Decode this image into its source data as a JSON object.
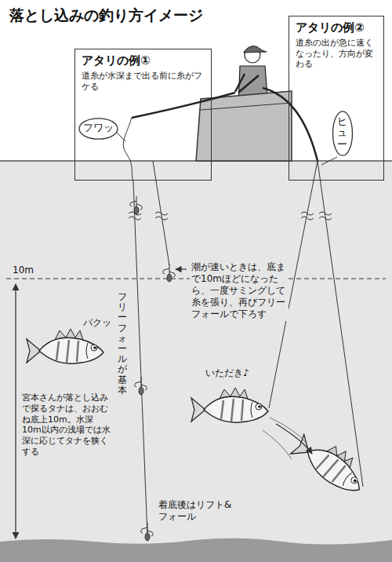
{
  "diagram": {
    "title": "落とし込みの釣り方イメージ",
    "nodes": [
      {
        "text": [
          "アタリの例①",
          "道糸が水深まで出る前に糸がフケる"
        ]
      },
      {
        "text": [
          "フワッ"
        ],
        "in": 0
      },
      {
        "text": [
          "アタリの例②",
          "道糸の出が急に速くなったり、方向が変わる"
        ]
      },
      {
        "text": [
          "ヒュー"
        ],
        "in": 2
      }
    ],
    "labels": [
      "10m",
      "潮が速いときは、底まで10mほどになったら、一度サミングして糸を張り、再びフリーフォールで下ろす",
      "バクッ",
      "フリーフォールが基本",
      "宮本さんが落とし込みで探るタナは、おおむね底上10m。水深10m以内の浅場では水深に応じてタナを狭くする",
      "いただき♪",
      "着底後はリフト&フォール"
    ]
  }
}
